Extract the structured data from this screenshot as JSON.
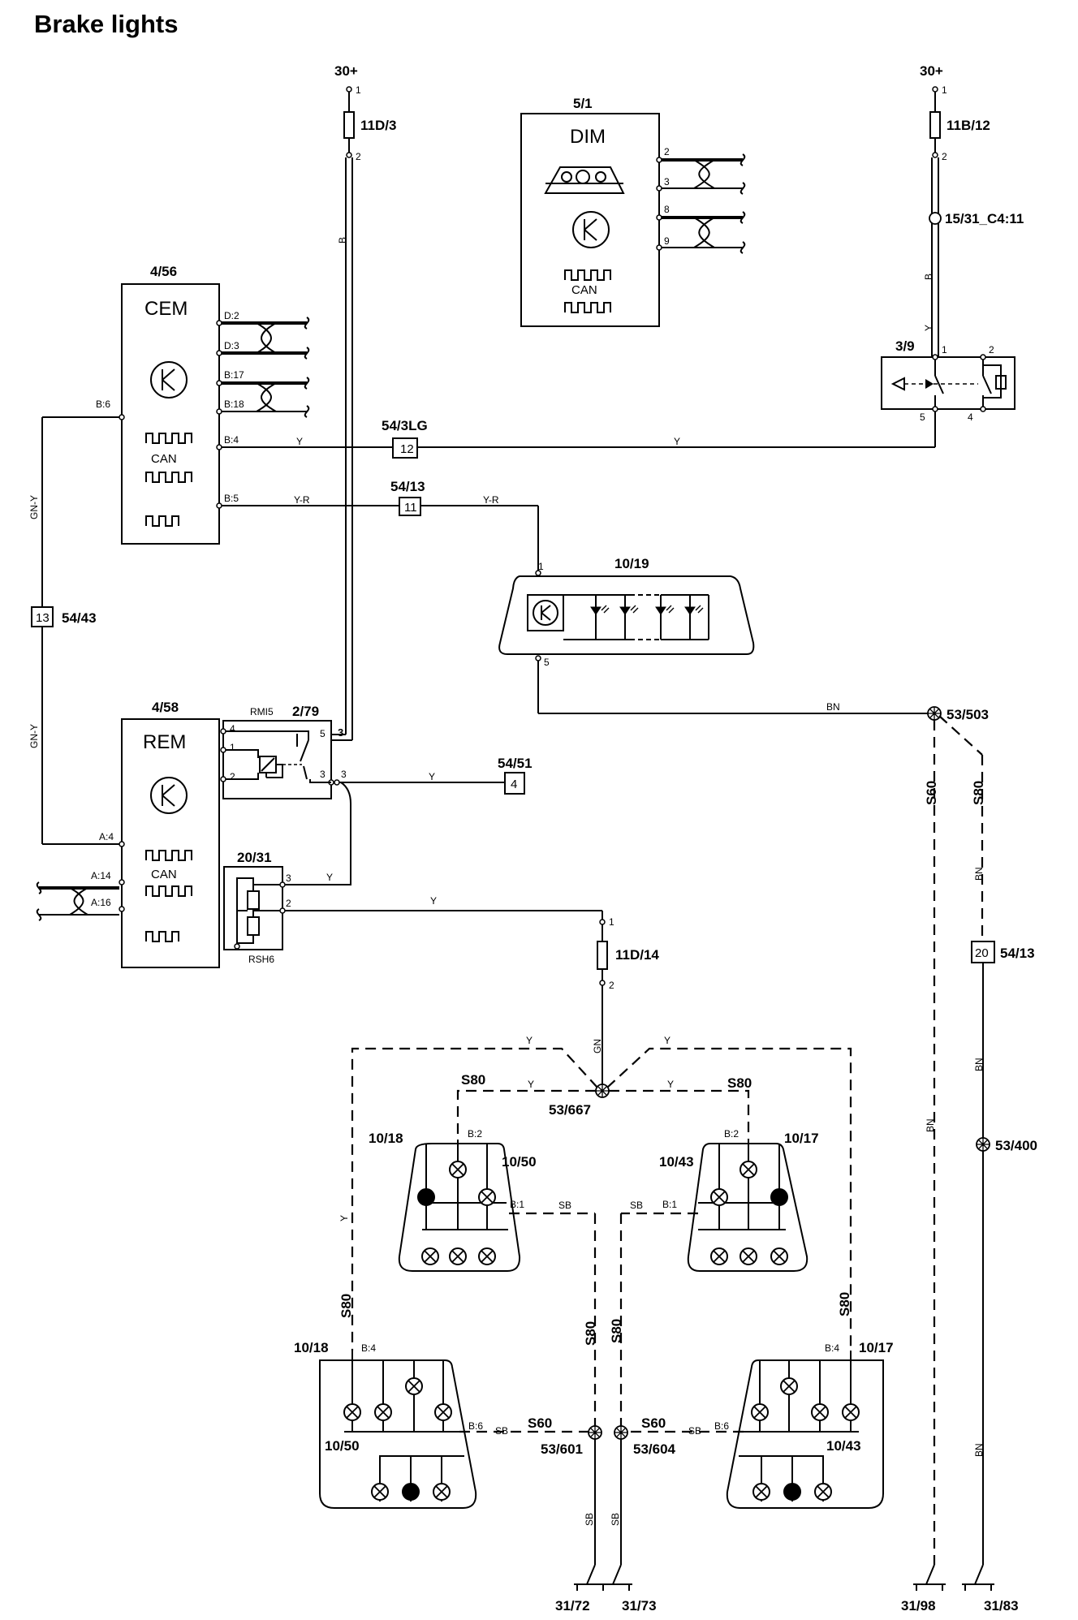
{
  "title": "Brake lights",
  "components": {
    "cem": {
      "id": "4/56",
      "name": "CEM",
      "can": "CAN",
      "pins": [
        "D:2",
        "D:3",
        "B:17",
        "B:18",
        "B:6",
        "B:4",
        "B:5"
      ]
    },
    "rem": {
      "id": "4/58",
      "name": "REM",
      "can": "CAN",
      "pins": [
        "A:4",
        "A:14",
        "A:16"
      ]
    },
    "dim": {
      "id": "5/1",
      "name": "DIM",
      "can": "CAN",
      "pins": [
        "2",
        "3",
        "8",
        "9"
      ]
    },
    "relay": {
      "id": "2/79",
      "tag": "RMI5",
      "pins": [
        "4",
        "1",
        "2",
        "5",
        "3",
        "3"
      ]
    },
    "resistor": {
      "id": "20/31",
      "tag": "RSH6",
      "pins": [
        "3",
        "2"
      ]
    },
    "switch": {
      "id": "3/9",
      "pins": [
        "1",
        "2",
        "5",
        "4"
      ]
    },
    "hml": {
      "id": "10/19",
      "pins": [
        "1",
        "5"
      ]
    }
  },
  "fuses": [
    {
      "id": "11D/3",
      "pins": [
        "1",
        "2"
      ],
      "supply": "30+"
    },
    {
      "id": "11B/12",
      "pins": [
        "1",
        "2"
      ],
      "supply": "30+"
    },
    {
      "id": "11D/14",
      "pins": [
        "1",
        "2"
      ]
    }
  ],
  "connectors": [
    {
      "num": "12",
      "id": "54/3LG"
    },
    {
      "num": "11",
      "id": "54/13"
    },
    {
      "num": "13",
      "id": "54/43"
    },
    {
      "num": "4",
      "id": "54/51"
    },
    {
      "num": "20",
      "id": "54/13"
    }
  ],
  "splices": [
    "15/31_C4:11",
    "53/503",
    "53/667",
    "53/400",
    "53/601",
    "53/604"
  ],
  "lamps": {
    "upper_left": {
      "id": "10/18",
      "id2": "10/50",
      "pins": [
        "B:2",
        "B:1"
      ]
    },
    "upper_right": {
      "id": "10/17",
      "id2": "10/43",
      "pins": [
        "B:2",
        "B:1"
      ]
    },
    "lower_left": {
      "id": "10/18",
      "id2": "10/50",
      "pins": [
        "B:4",
        "B:6"
      ]
    },
    "lower_right": {
      "id": "10/17",
      "id2": "10/43",
      "pins": [
        "B:4",
        "B:6"
      ]
    }
  },
  "grounds": [
    "31/72",
    "31/73",
    "31/98",
    "31/83"
  ],
  "variants": [
    "S80",
    "S60"
  ],
  "wire_colors": [
    "B",
    "Y",
    "Y-R",
    "GN-Y",
    "BN",
    "GN",
    "SB"
  ]
}
